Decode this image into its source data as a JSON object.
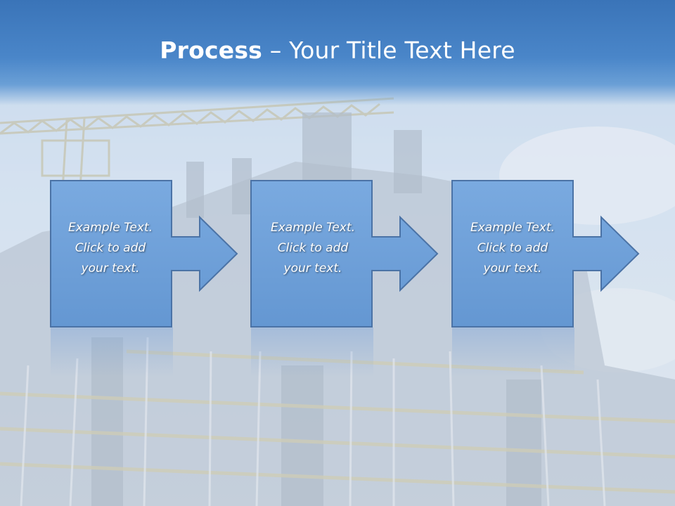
{
  "slide": {
    "title_bold": "Process",
    "title_rest": " – Your Title Text Here"
  },
  "steps": [
    {
      "line1": "Example Text.",
      "line2": "Click  to add",
      "line3": "your text."
    },
    {
      "line1": "Example Text.",
      "line2": "Click  to add",
      "line3": "your text."
    },
    {
      "line1": "Example Text.",
      "line2": "Click  to add",
      "line3": "your text."
    }
  ],
  "colors": {
    "title_band": "#3a74b8",
    "box_fill": "#6fa2da",
    "box_border": "#4a74a8",
    "text": "#ffffff"
  }
}
